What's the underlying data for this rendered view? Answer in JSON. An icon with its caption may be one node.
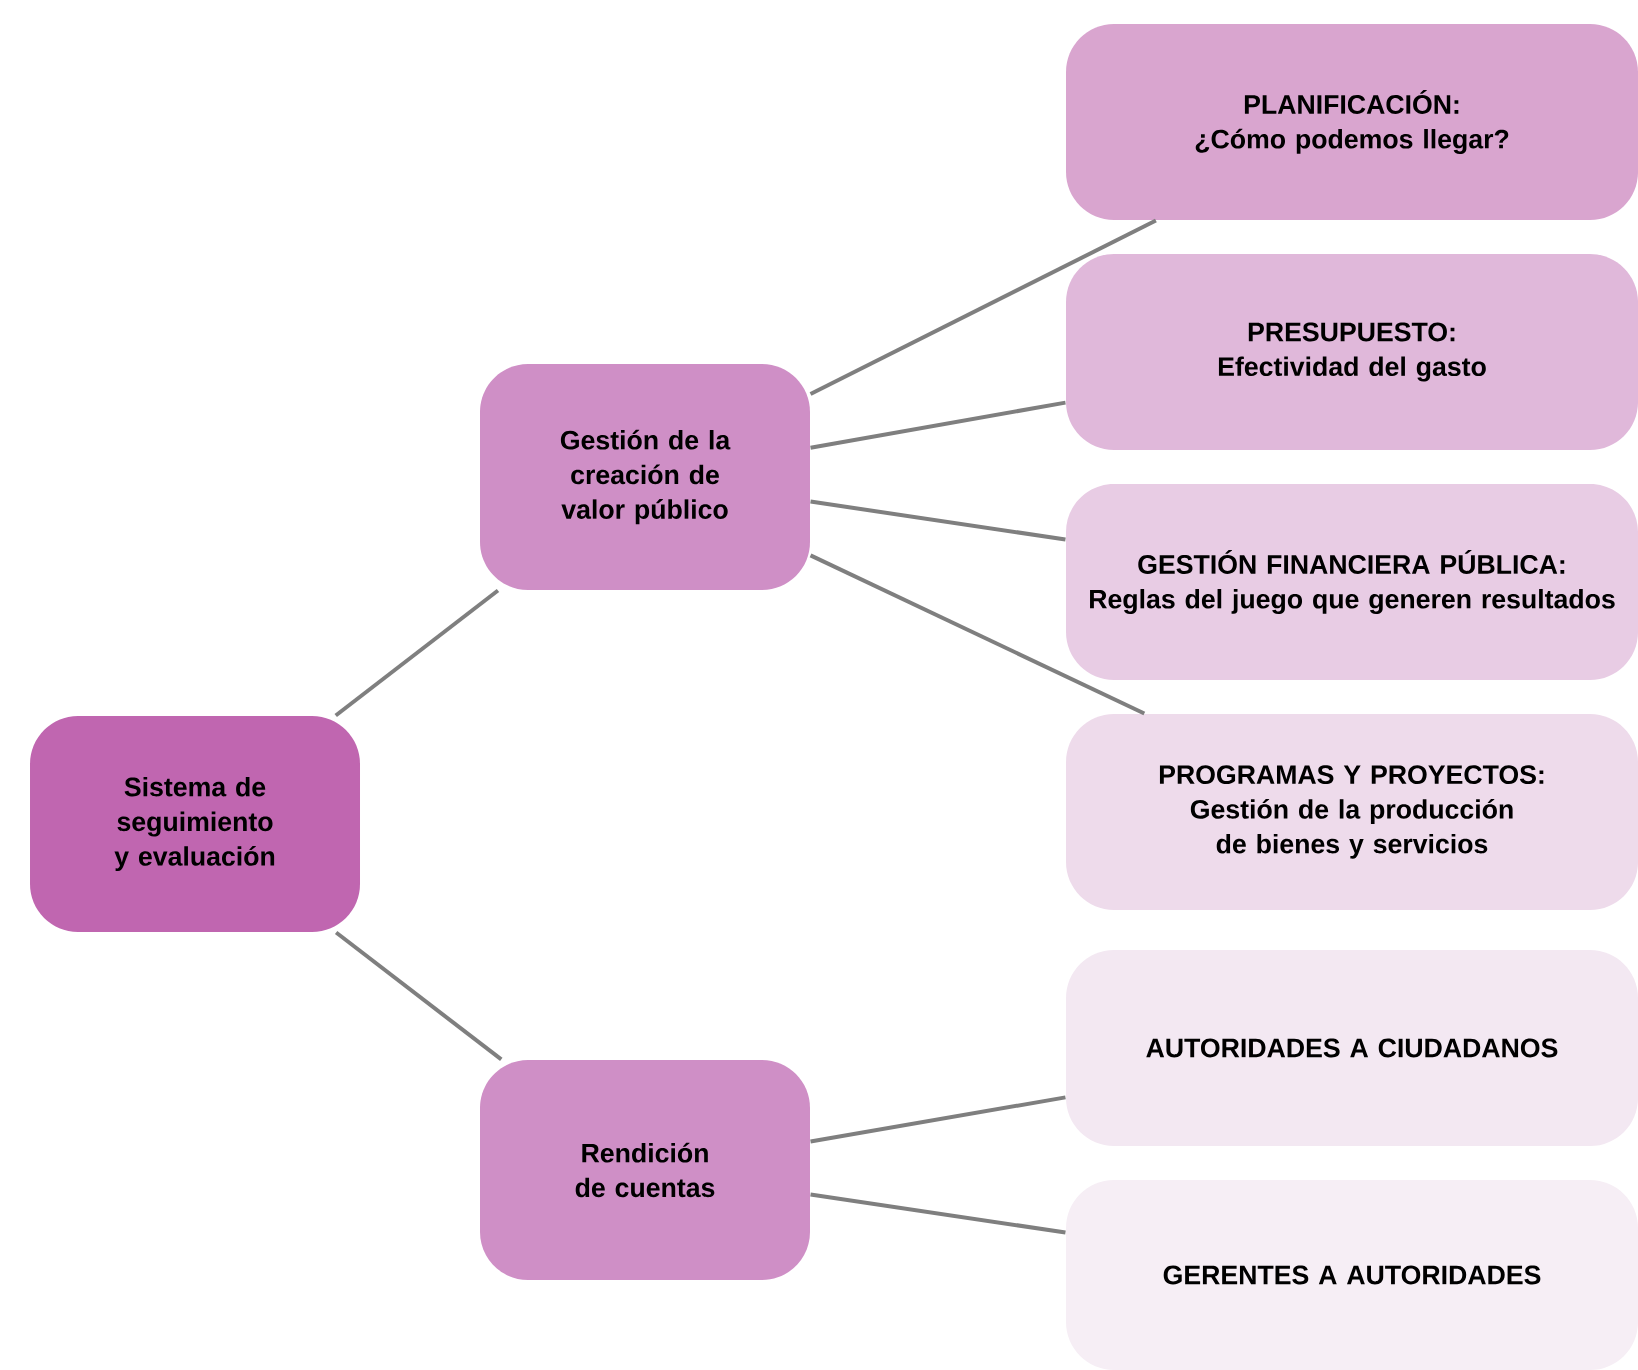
{
  "diagram": {
    "nodes": [
      {
        "text": [
          "Sistema de seguimiento y evaluación"
        ]
      },
      {
        "text": [
          "Gestión de la creación de valor público"
        ]
      },
      {
        "text": [
          "Rendición de cuentas"
        ]
      },
      {
        "text": [
          "PLANIFICACIÓN:",
          "¿Cómo podemos llegar?"
        ]
      },
      {
        "text": [
          "PRESUPUESTO:",
          "Efectividad del gasto"
        ]
      },
      {
        "text": [
          "GESTIÓN FINANCIERA PÚBLICA:",
          "Reglas del juego que generen resultados"
        ]
      },
      {
        "text": [
          "PROGRAMAS Y PROYECTOS:",
          "Gestión de la producción de bienes y servicios"
        ]
      },
      {
        "text": [
          "AUTORIDADES A CIUDADANOS"
        ]
      },
      {
        "text": [
          "GERENTES A AUTORIDADES"
        ]
      }
    ],
    "edges": [
      {
        "from": 0,
        "to": 1,
        "arrow": "none"
      },
      {
        "from": 0,
        "to": 2,
        "arrow": "none"
      },
      {
        "from": 1,
        "to": 3,
        "arrow": "none"
      },
      {
        "from": 1,
        "to": 4,
        "arrow": "none"
      },
      {
        "from": 1,
        "to": 5,
        "arrow": "none"
      },
      {
        "from": 1,
        "to": 6,
        "arrow": "none"
      },
      {
        "from": 2,
        "to": 7,
        "arrow": "none"
      },
      {
        "from": 2,
        "to": 8,
        "arrow": "none"
      }
    ]
  }
}
